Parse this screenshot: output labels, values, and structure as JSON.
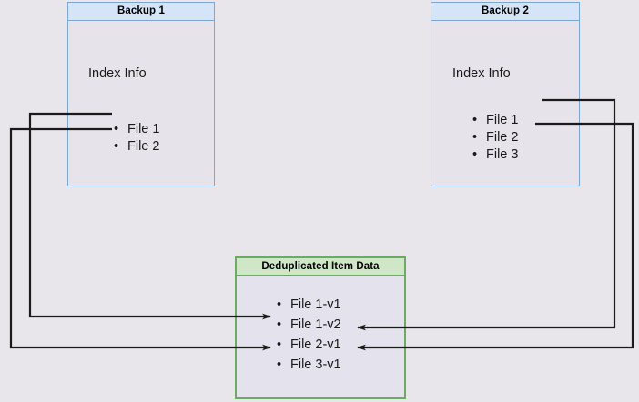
{
  "diagram": {
    "title_hidden": "",
    "background_color": "#e8e6ea",
    "nodes": [
      {
        "id": "backup1",
        "header": "Backup 1",
        "section_label": "Index Info",
        "border_color": "#7ea6d8",
        "header_color": "#d5e4f7",
        "items": [
          "File 1",
          "File 2"
        ]
      },
      {
        "id": "backup2",
        "header": "Backup 2",
        "section_label": "Index Info",
        "border_color": "#7ea6d8",
        "header_color": "#d5e4f7",
        "items": [
          "File 1",
          "File 2",
          "File 3"
        ]
      },
      {
        "id": "dedup",
        "header": "Deduplicated Item Data",
        "border_color": "#6cab63",
        "header_color": "#cfe7c7",
        "items": [
          "File 1-v1",
          "File 1-v2",
          "File 2-v1",
          "File 3-v1"
        ]
      }
    ],
    "connectors": [
      {
        "id": "b1-file1-to-file1v1",
        "from": "Backup 1 / File 1",
        "to": "Deduplicated Item Data / File 1-v1",
        "color": "#1a1a1a"
      },
      {
        "id": "b1-file2-to-file2v1",
        "from": "Backup 1 / File 2",
        "to": "Deduplicated Item Data / File 2-v1",
        "color": "#1a1a1a"
      },
      {
        "id": "b2-file1-to-file1v2",
        "from": "Backup 2 / File 1",
        "to": "Deduplicated Item Data / File 1-v2",
        "color": "#1a1a1a"
      },
      {
        "id": "b2-file2-to-file2v1",
        "from": "Backup 2 / File 2",
        "to": "Deduplicated Item Data / File 2-v1",
        "color": "#1a1a1a"
      }
    ]
  }
}
